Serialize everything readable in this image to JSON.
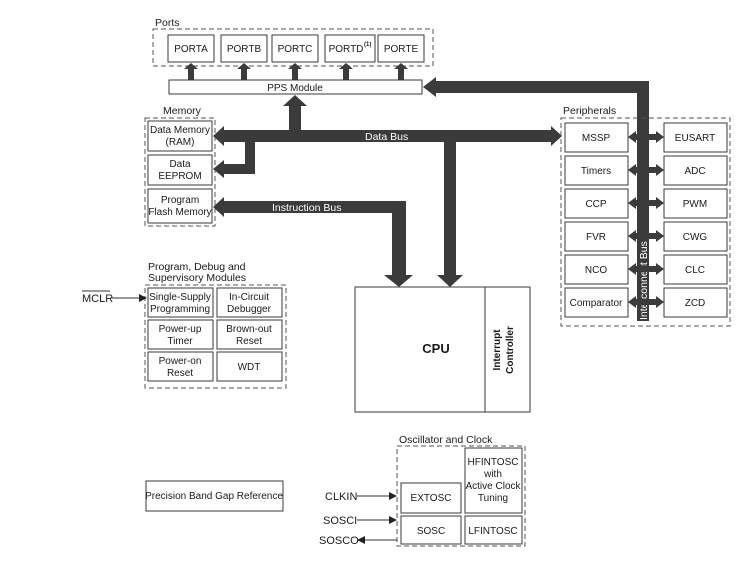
{
  "ports": {
    "title": "Ports",
    "items": [
      "PORTA",
      "PORTB",
      "PORTC",
      "PORTD",
      "PORTE"
    ],
    "portd_note": "(1)"
  },
  "pps": {
    "label": "PPS Module"
  },
  "memory": {
    "title": "Memory",
    "items": [
      [
        "Data Memory",
        "(RAM)"
      ],
      [
        "Data",
        "EEPROM"
      ],
      [
        "Program",
        "Flash Memory"
      ]
    ]
  },
  "buses": {
    "data_bus": "Data Bus",
    "instruction_bus": "Instruction Bus",
    "interconnect_bus": "Interconnect Bus"
  },
  "peripherals": {
    "title": "Peripherals",
    "left": [
      "MSSP",
      "Timers",
      "CCP",
      "FVR",
      "NCO",
      "Comparator"
    ],
    "right": [
      "EUSART",
      "ADC",
      "PWM",
      "CWG",
      "CLC",
      "ZCD"
    ]
  },
  "supervisory": {
    "title_line1": "Program, Debug and",
    "title_line2": "Supervisory Modules",
    "items": [
      [
        "Single-Supply",
        "Programming"
      ],
      [
        "In-Circuit",
        "Debugger"
      ],
      [
        "Power-up",
        "Timer"
      ],
      [
        "Brown-out",
        "Reset"
      ],
      [
        "Power-on",
        "Reset"
      ],
      [
        "WDT"
      ]
    ],
    "mclr": "MCLR"
  },
  "cpu": {
    "label": "CPU",
    "interrupt_line1": "Interrupt",
    "interrupt_line2": "Controller"
  },
  "oscillator": {
    "title": "Oscillator and Clock",
    "extosc": "EXTOSC",
    "hfintosc": [
      "HFINTOSC",
      "with",
      "Active Clock",
      "Tuning"
    ],
    "sosc": "SOSC",
    "lfintosc": "LFINTOSC",
    "clkin": "CLKIN",
    "sosci": "SOSCI",
    "sosco": "SOSCO"
  },
  "bandgap": {
    "label": "Precision Band Gap Reference"
  }
}
